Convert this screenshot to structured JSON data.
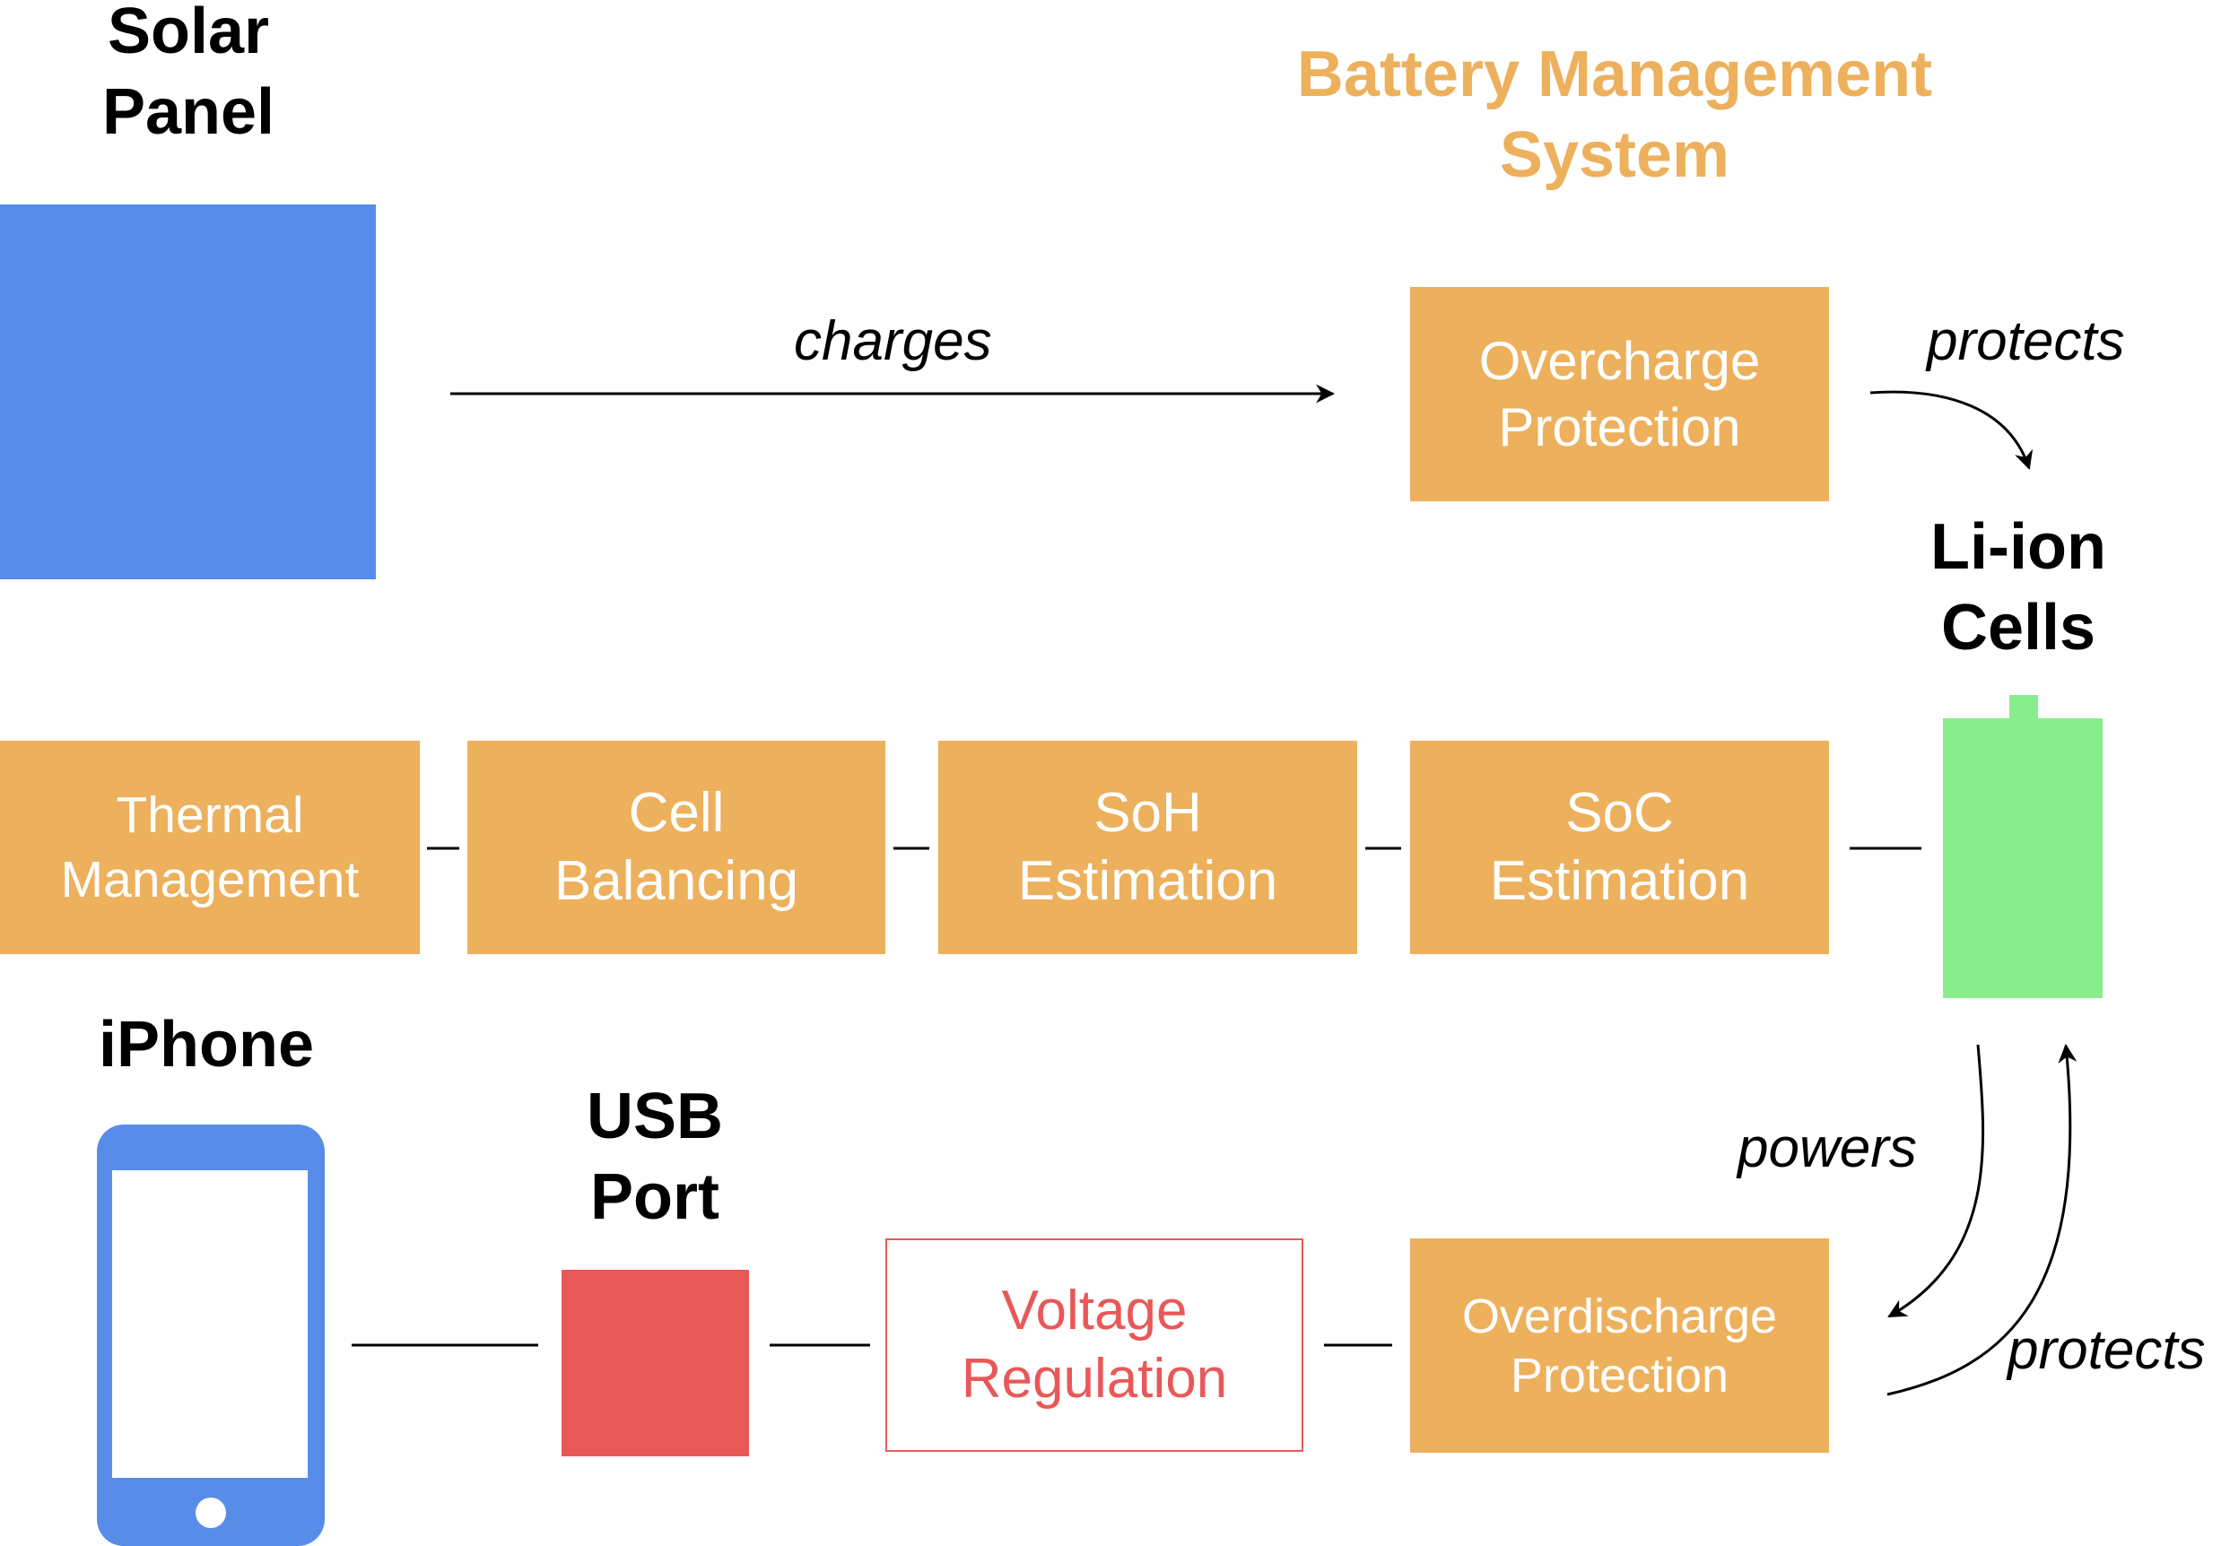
{
  "solar_panel": {
    "title": "Solar\nPanel",
    "color": "#578DE9"
  },
  "bms": {
    "title": "Battery Management\nSystem",
    "color": "#EDB05C",
    "overcharge": "Overcharge\nProtection",
    "thermal": "Thermal\nManagement",
    "cell_balancing": "Cell\nBalancing",
    "soh": "SoH\nEstimation",
    "soc": "SoC\nEstimation",
    "overdischarge": "Overdischarge\nProtection"
  },
  "liion": {
    "title": "Li-ion\nCells",
    "color": "#88EE8C"
  },
  "iphone": {
    "title": "iPhone",
    "icon": "smartphone-icon",
    "color": "#578DE9"
  },
  "usb": {
    "title": "USB\nPort",
    "color": "#E95858"
  },
  "voltage_regulation": {
    "label": "Voltage\nRegulation",
    "color": "#E95858"
  },
  "edges": {
    "charges": "charges",
    "protects_top": "protects",
    "powers": "powers",
    "protects_bottom": "protects"
  }
}
